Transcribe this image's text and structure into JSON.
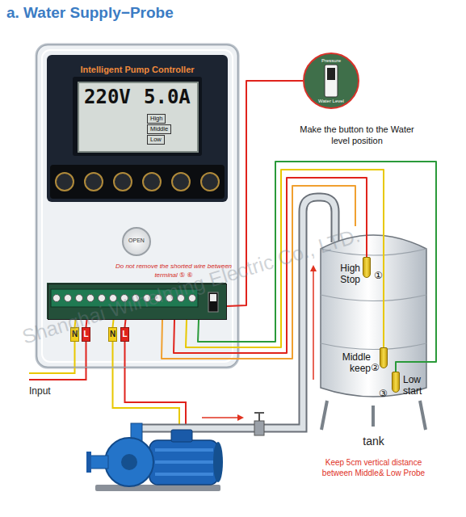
{
  "diagram": {
    "title": "a. Water Supply−Probe",
    "nodes": [
      {
        "text": [
          "Intelligent Pump Controller"
        ]
      },
      {
        "text": [
          "220V",
          "5.0A",
          "High",
          "Middle",
          "Low"
        ],
        "in": 0
      },
      {
        "text": [
          "OPEN"
        ],
        "in": 0
      },
      {
        "text": [
          "Do not remove the shorted wire between terminal ⑤ ⑥"
        ],
        "in": 0
      },
      {
        "text": [
          "Pressure",
          "Water Level",
          "Make the button to the Water level position"
        ]
      },
      {
        "text": [
          "N"
        ]
      },
      {
        "text": [
          "L"
        ]
      },
      {
        "text": [
          "N"
        ]
      },
      {
        "text": [
          "L"
        ]
      },
      {
        "text": [
          "tank"
        ]
      },
      {
        "text": [
          "High Stop",
          "①"
        ],
        "in": 9
      },
      {
        "text": [
          "Middle keep",
          "②"
        ],
        "in": 9
      },
      {
        "text": [
          "Low start",
          "③"
        ],
        "in": 9
      }
    ],
    "edges": [
      {
        "from": 3,
        "to": 10,
        "arrow": "none"
      },
      {
        "from": 3,
        "to": 11,
        "arrow": "none"
      },
      {
        "from": 3,
        "to": 12,
        "arrow": "none"
      },
      {
        "from": 3,
        "to": 9,
        "arrow": "none"
      },
      {
        "from": 4,
        "to": 3,
        "arrow": "none"
      },
      {
        "from": 5,
        "to": 3,
        "arrow": "none"
      },
      {
        "from": 6,
        "to": 3,
        "arrow": "none"
      },
      {
        "from": 7,
        "to": 3,
        "arrow": "none"
      },
      {
        "from": 8,
        "to": 3,
        "arrow": "none"
      }
    ],
    "labels": [
      "Input",
      "Keep 5cm vertical distance between Middle& Low Probe",
      "Shanghai Wilhelming Electric Co., LTD."
    ]
  }
}
